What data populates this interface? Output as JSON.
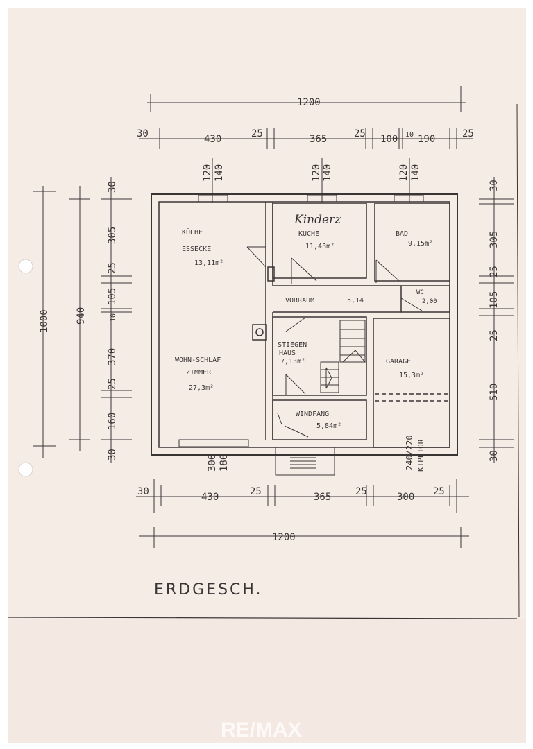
{
  "plan": {
    "title": "ERDGESCH.",
    "handwritten_note": "Kinderz",
    "watermark": "RE/MAX",
    "dimensions": {
      "top_total": "1200",
      "top_segments": [
        "30",
        "430",
        "25",
        "365",
        "25",
        "100",
        "10",
        "190",
        "25"
      ],
      "bottom_total": "1200",
      "bottom_segments": [
        "30",
        "430",
        "25",
        "365",
        "25",
        "300",
        "25"
      ],
      "left_total_outer": "1000",
      "left_total_inner": "940",
      "left_segments": [
        "30",
        "305",
        "25",
        "105",
        "10",
        "370",
        "25",
        "160",
        "30"
      ],
      "right_segments": [
        "30",
        "305",
        "25",
        "105",
        "25",
        "510",
        "30"
      ],
      "window_labels": [
        {
          "top": "120",
          "bottom": "140"
        },
        {
          "top": "120",
          "bottom": "140"
        },
        {
          "top": "120",
          "bottom": "140"
        }
      ],
      "door_label": {
        "top": "300",
        "bottom": "180"
      },
      "garage_door": "240/220",
      "garage_door_type": "KIPPTOR"
    },
    "rooms": [
      {
        "name": "KÜCHE",
        "sub": "ESSECKE",
        "area": "13,11m²"
      },
      {
        "name": "KÜCHE",
        "area": "11,43m²"
      },
      {
        "name": "BAD",
        "area": "9,15m²"
      },
      {
        "name": "VORRAUM",
        "area": "5,14"
      },
      {
        "name": "WC",
        "area": "2,00"
      },
      {
        "name": "STIEGEN",
        "sub": "HAUS",
        "area": "7,13m²"
      },
      {
        "name": "GARAGE",
        "area": "15,3m²"
      },
      {
        "name": "WOHN-SCHLAF",
        "sub": "ZIMMER",
        "area": "27,3m²"
      },
      {
        "name": "WINDFANG",
        "area": "5,84m²"
      }
    ]
  }
}
